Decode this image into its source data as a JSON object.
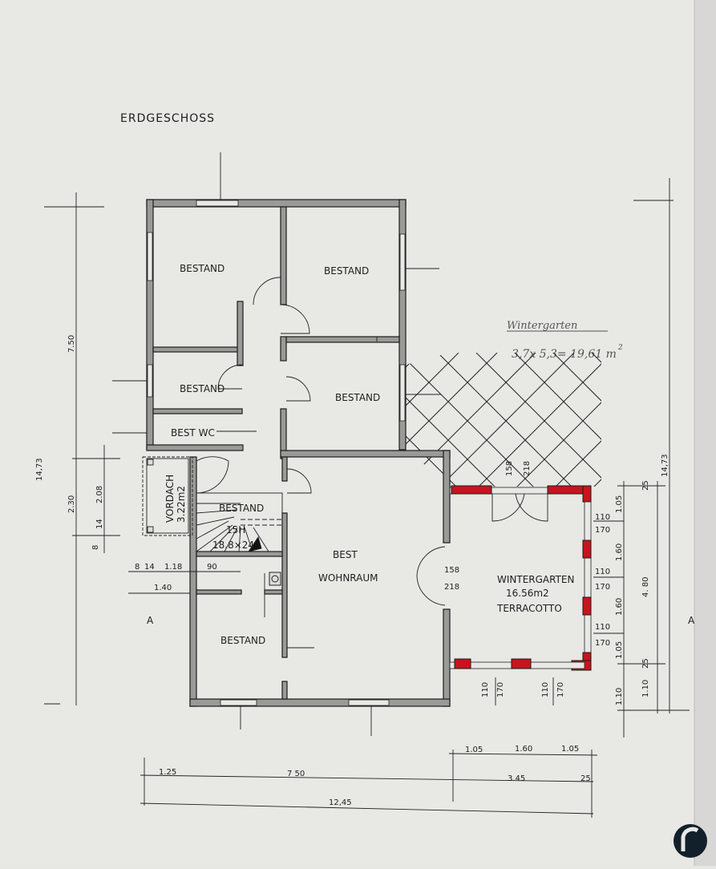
{
  "title": "ERDGESCHOSS",
  "handwritten_note": {
    "heading": "Wintergarten",
    "formula": "3,7x 5,3= 19,61 m",
    "superscript": "2"
  },
  "rooms": {
    "upper_left": "BESTAND",
    "upper_right": "BESTAND",
    "middle_left": "BESTAND",
    "middle_right": "BESTAND",
    "wc": "BEST WC",
    "stair": "BESTAND",
    "lower_left": "BESTAND",
    "living_line1": "BEST",
    "living_line2": "WOHNRAUM",
    "vordach_name": "VORDACH",
    "vordach_area": "3.22m2",
    "wintergarten_name": "WINTERGARTEN",
    "wintergarten_area": "16.56m2",
    "wintergarten_floor": "TERRACOTTO"
  },
  "stair": {
    "steps": "15H",
    "size": "18.8×24"
  },
  "section_marker": "A",
  "dimensions": {
    "left_total": "14,73",
    "left_upper": "7.50",
    "left_230": "2.30",
    "left_208": "2.08",
    "left_14": "14",
    "left_8": "8",
    "entry": [
      "8",
      "14",
      "1.18",
      "90"
    ],
    "entry_140": "1.40",
    "right_total": "14,73",
    "right_480": "4. 80",
    "right_col1": [
      "1.05",
      "1.60",
      "1.60",
      "1.05",
      "1.10"
    ],
    "right_col2": [
      "25",
      "25",
      "1.10"
    ],
    "window_right": [
      "110",
      "170",
      "110",
      "170",
      "110",
      "170"
    ],
    "window_bottom": [
      "110",
      "170",
      "110",
      "170"
    ],
    "door_top": [
      "158",
      "218"
    ],
    "door_living": [
      "158",
      "218"
    ],
    "bottom_row1": [
      "1.05",
      "1.60",
      "1.05"
    ],
    "bottom_row2": [
      "1.25",
      "7 50",
      "3.45",
      "25"
    ],
    "bottom_total": "12,45"
  },
  "colors": {
    "paper": "#e6e6e3",
    "wall_fill": "#9a9a98",
    "new_wall": "#c8141e"
  },
  "logo_icon": "circle-logo"
}
